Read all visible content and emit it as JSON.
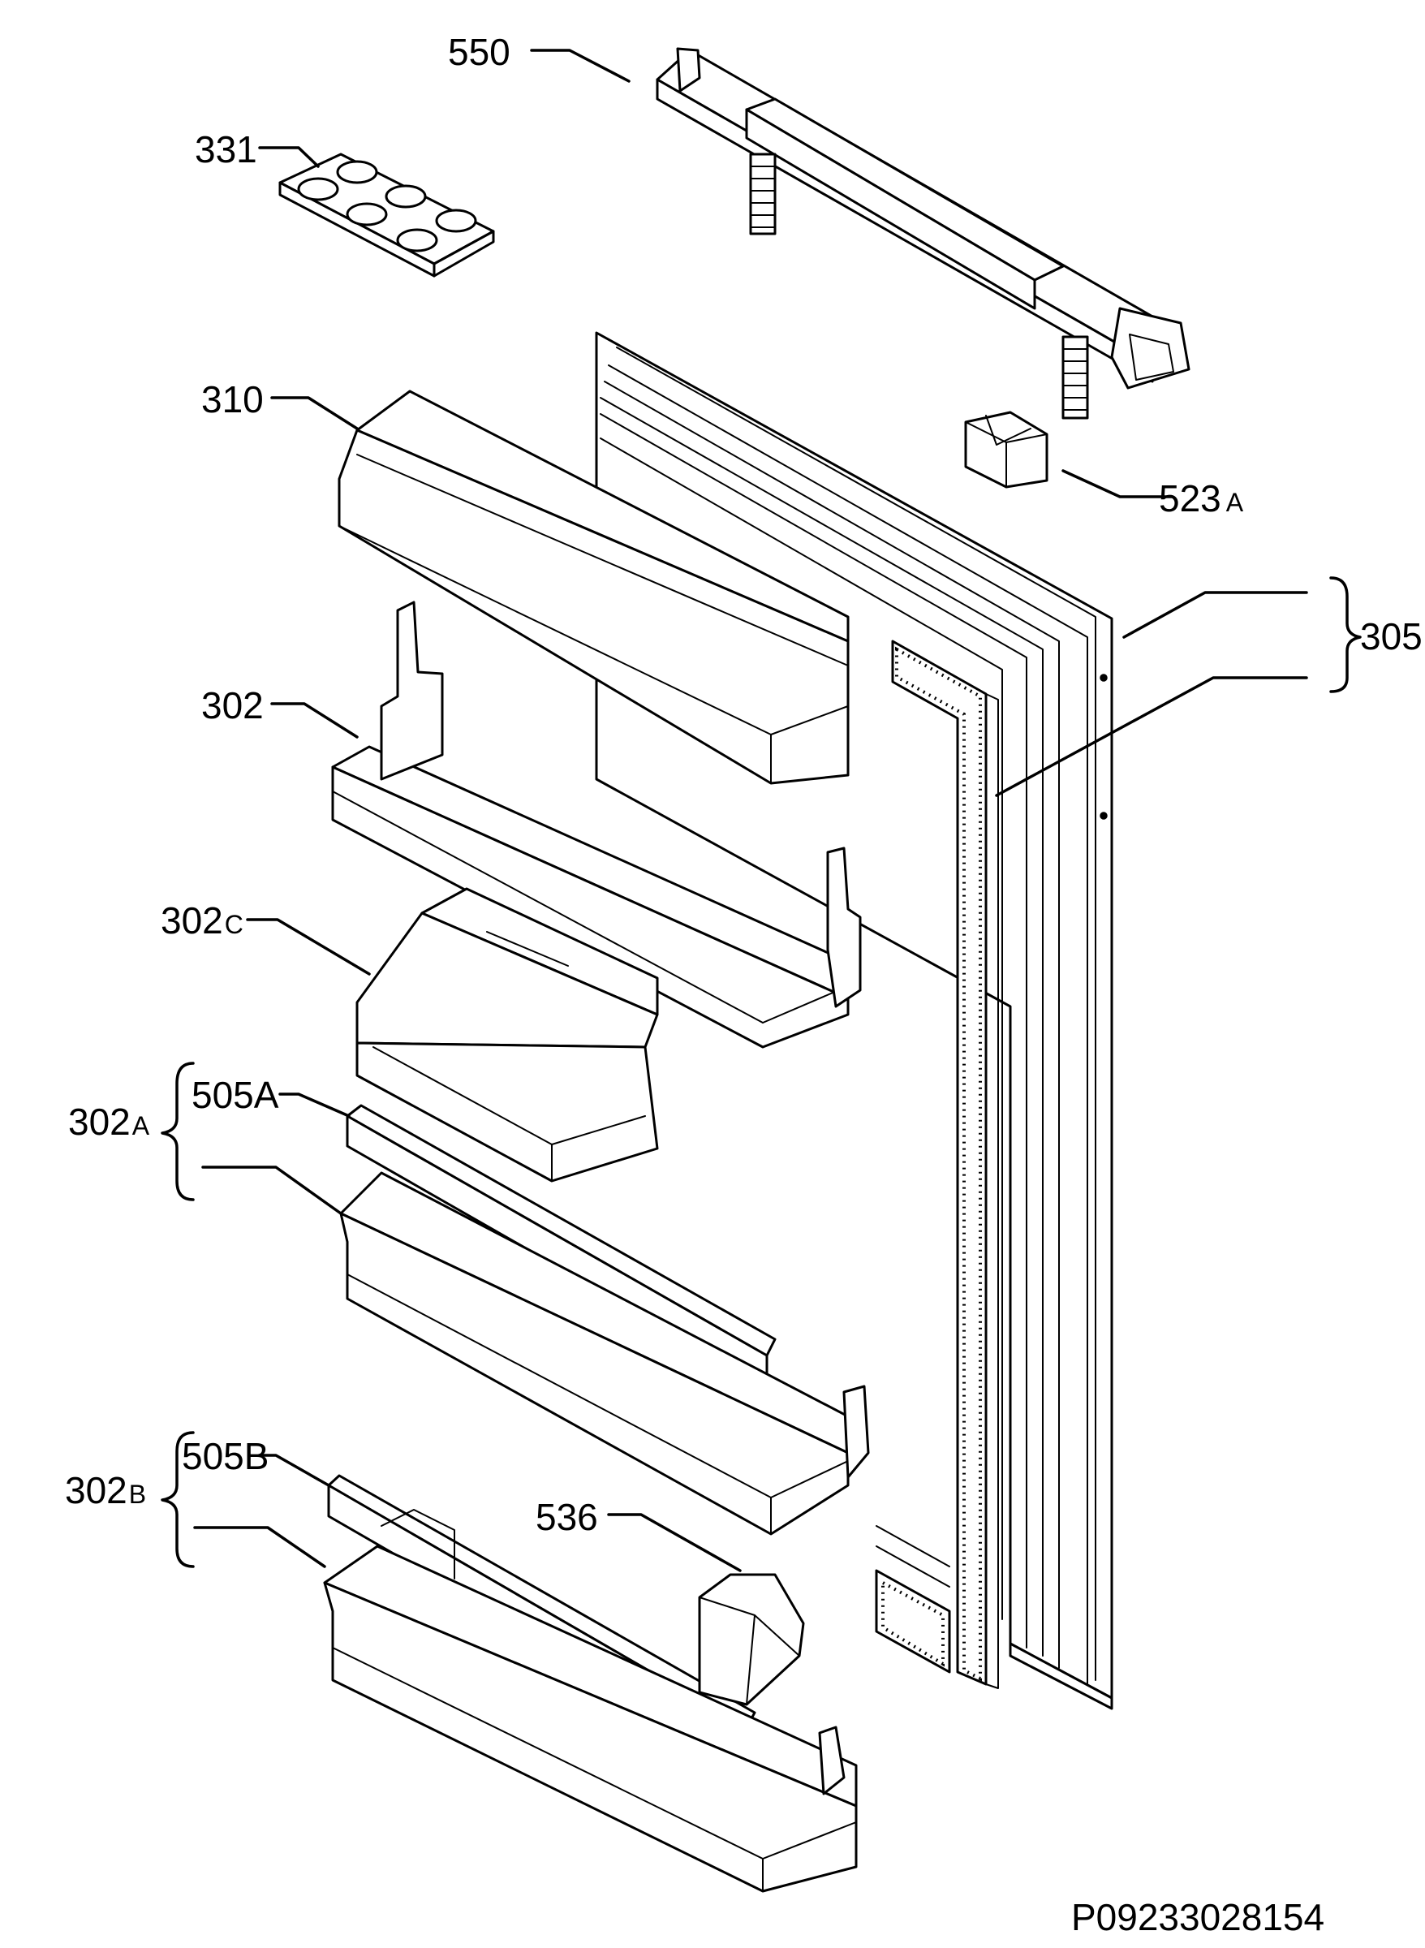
{
  "diagram": {
    "code": "P09233028154",
    "labels": {
      "p550": "550",
      "p331": "331",
      "p310": "310",
      "p523": "523",
      "p523_suffix": "A",
      "p305": "305",
      "p302": "302",
      "p302c": "302",
      "p302c_suffix": "C",
      "p302a": "302",
      "p302a_suffix": "A",
      "p505a": "505A",
      "p302b": "302",
      "p302b_suffix": "B",
      "p505b": "505B",
      "p536": "536"
    }
  }
}
